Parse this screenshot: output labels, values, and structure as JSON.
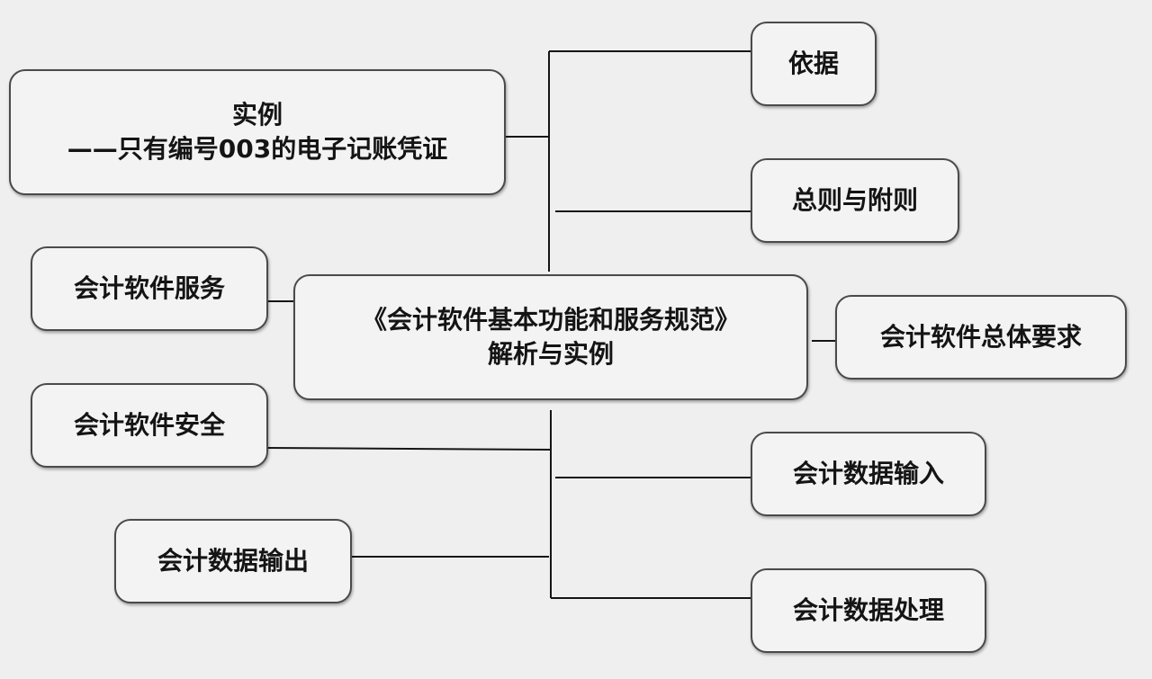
{
  "center": {
    "line1": "《会计软件基本功能和服务规范》",
    "line2": "解析与实例"
  },
  "example": {
    "line1": "实例",
    "line2": "——只有编号003的电子记账凭证"
  },
  "nodes": {
    "service": "会计软件服务",
    "security": "会计软件安全",
    "output": "会计数据输出",
    "basis": "依据",
    "general": "总则与附则",
    "overall": "会计软件总体要求",
    "input": "会计数据输入",
    "processing": "会计数据处理"
  }
}
